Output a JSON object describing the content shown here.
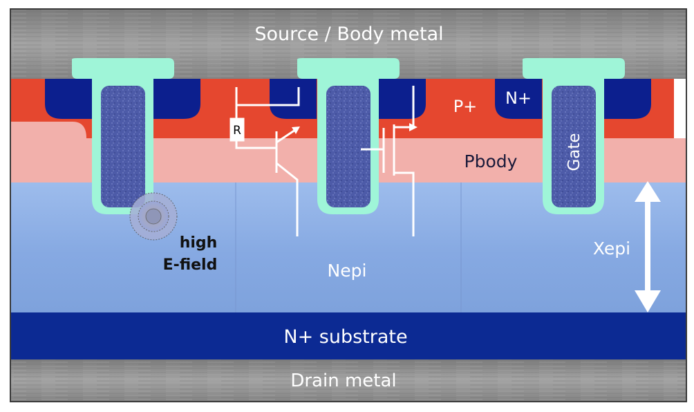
{
  "labels": {
    "source_metal": "Source / Body metal",
    "p_plus": "P+",
    "n_plus": "N+",
    "pbody": "Pbody",
    "gate": "Gate",
    "resistor": "R",
    "high_efield_line1": "high",
    "high_efield_line2": "E-field",
    "nepi": "Nepi",
    "xepi": "Xepi",
    "substrate": "N+ substrate",
    "drain_metal": "Drain metal"
  },
  "colors": {
    "metal": "#8f8f8f",
    "p_plus": "#e5472f",
    "n_plus": "#0c1f8e",
    "pbody": "#f2b0ab",
    "nepi": "#8fb2e8",
    "substrate": "#0c2a93",
    "gate_oxide": "#9ff5d8",
    "gate_poly": "#4c5aa6",
    "drawing": "#ffffff"
  }
}
